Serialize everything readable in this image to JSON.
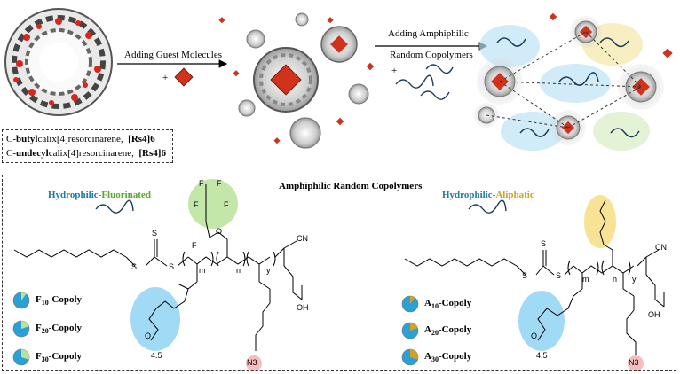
{
  "top": {
    "arrow1_label": "Adding Guest Molecules",
    "plus1": "+",
    "arrow2_label_line1": "Adding Amphiphilic",
    "arrow2_label_line2": "Random Copolymers",
    "plus2": "+"
  },
  "legend": {
    "line1": {
      "prefix": "C-",
      "bold": "butyl",
      "rest": "calix[4]resorcinarene,",
      "tag": "[Rs4]6"
    },
    "line2": {
      "prefix": "C-",
      "bold": "undecyl",
      "rest": "calix[4]resorcinarene,",
      "tag": "[Rs4]6"
    }
  },
  "panel": {
    "title": "Amphiphilic  Random Copolymers",
    "left_heading": {
      "part1": "Hydrophilic",
      "sep": "-",
      "part2": "Fluorinated"
    },
    "right_heading": {
      "part1": "Hydrophilic",
      "sep": "-",
      "part2": "Aliphatic"
    },
    "left_items": [
      {
        "letter": "F",
        "sub": "10",
        "suffix": "-Copoly",
        "fill": 0.1
      },
      {
        "letter": "F",
        "sub": "20",
        "suffix": "-Copoly",
        "fill": 0.2
      },
      {
        "letter": "F",
        "sub": "30",
        "suffix": "-Copoly",
        "fill": 0.3
      }
    ],
    "right_items": [
      {
        "letter": "A",
        "sub": "10",
        "suffix": "-Copoly",
        "fill": 0.1
      },
      {
        "letter": "A",
        "sub": "20",
        "suffix": "-Copoly",
        "fill": 0.2
      },
      {
        "letter": "A",
        "sub": "30",
        "suffix": "-Copoly",
        "fill": 0.3
      }
    ],
    "struct_labels": {
      "m": "m",
      "n": "n",
      "y": "y",
      "cn": "CN",
      "oh": "OH",
      "o": "O",
      "s": "S",
      "f": "F",
      "n3": "N3",
      "peg": "4.5"
    }
  },
  "colors": {
    "hydrophilic": "#1f7aa8",
    "fluorinated": "#5aa830",
    "aliphatic": "#d4a020",
    "peg_blob": "#8fd3f2",
    "fluoro_blob": "#b9e39a",
    "alkyl_blob": "#f7e08a",
    "azide_blob": "#f4b6b6",
    "guest": "#d0321c",
    "pie_base": "#2aa0d8"
  }
}
